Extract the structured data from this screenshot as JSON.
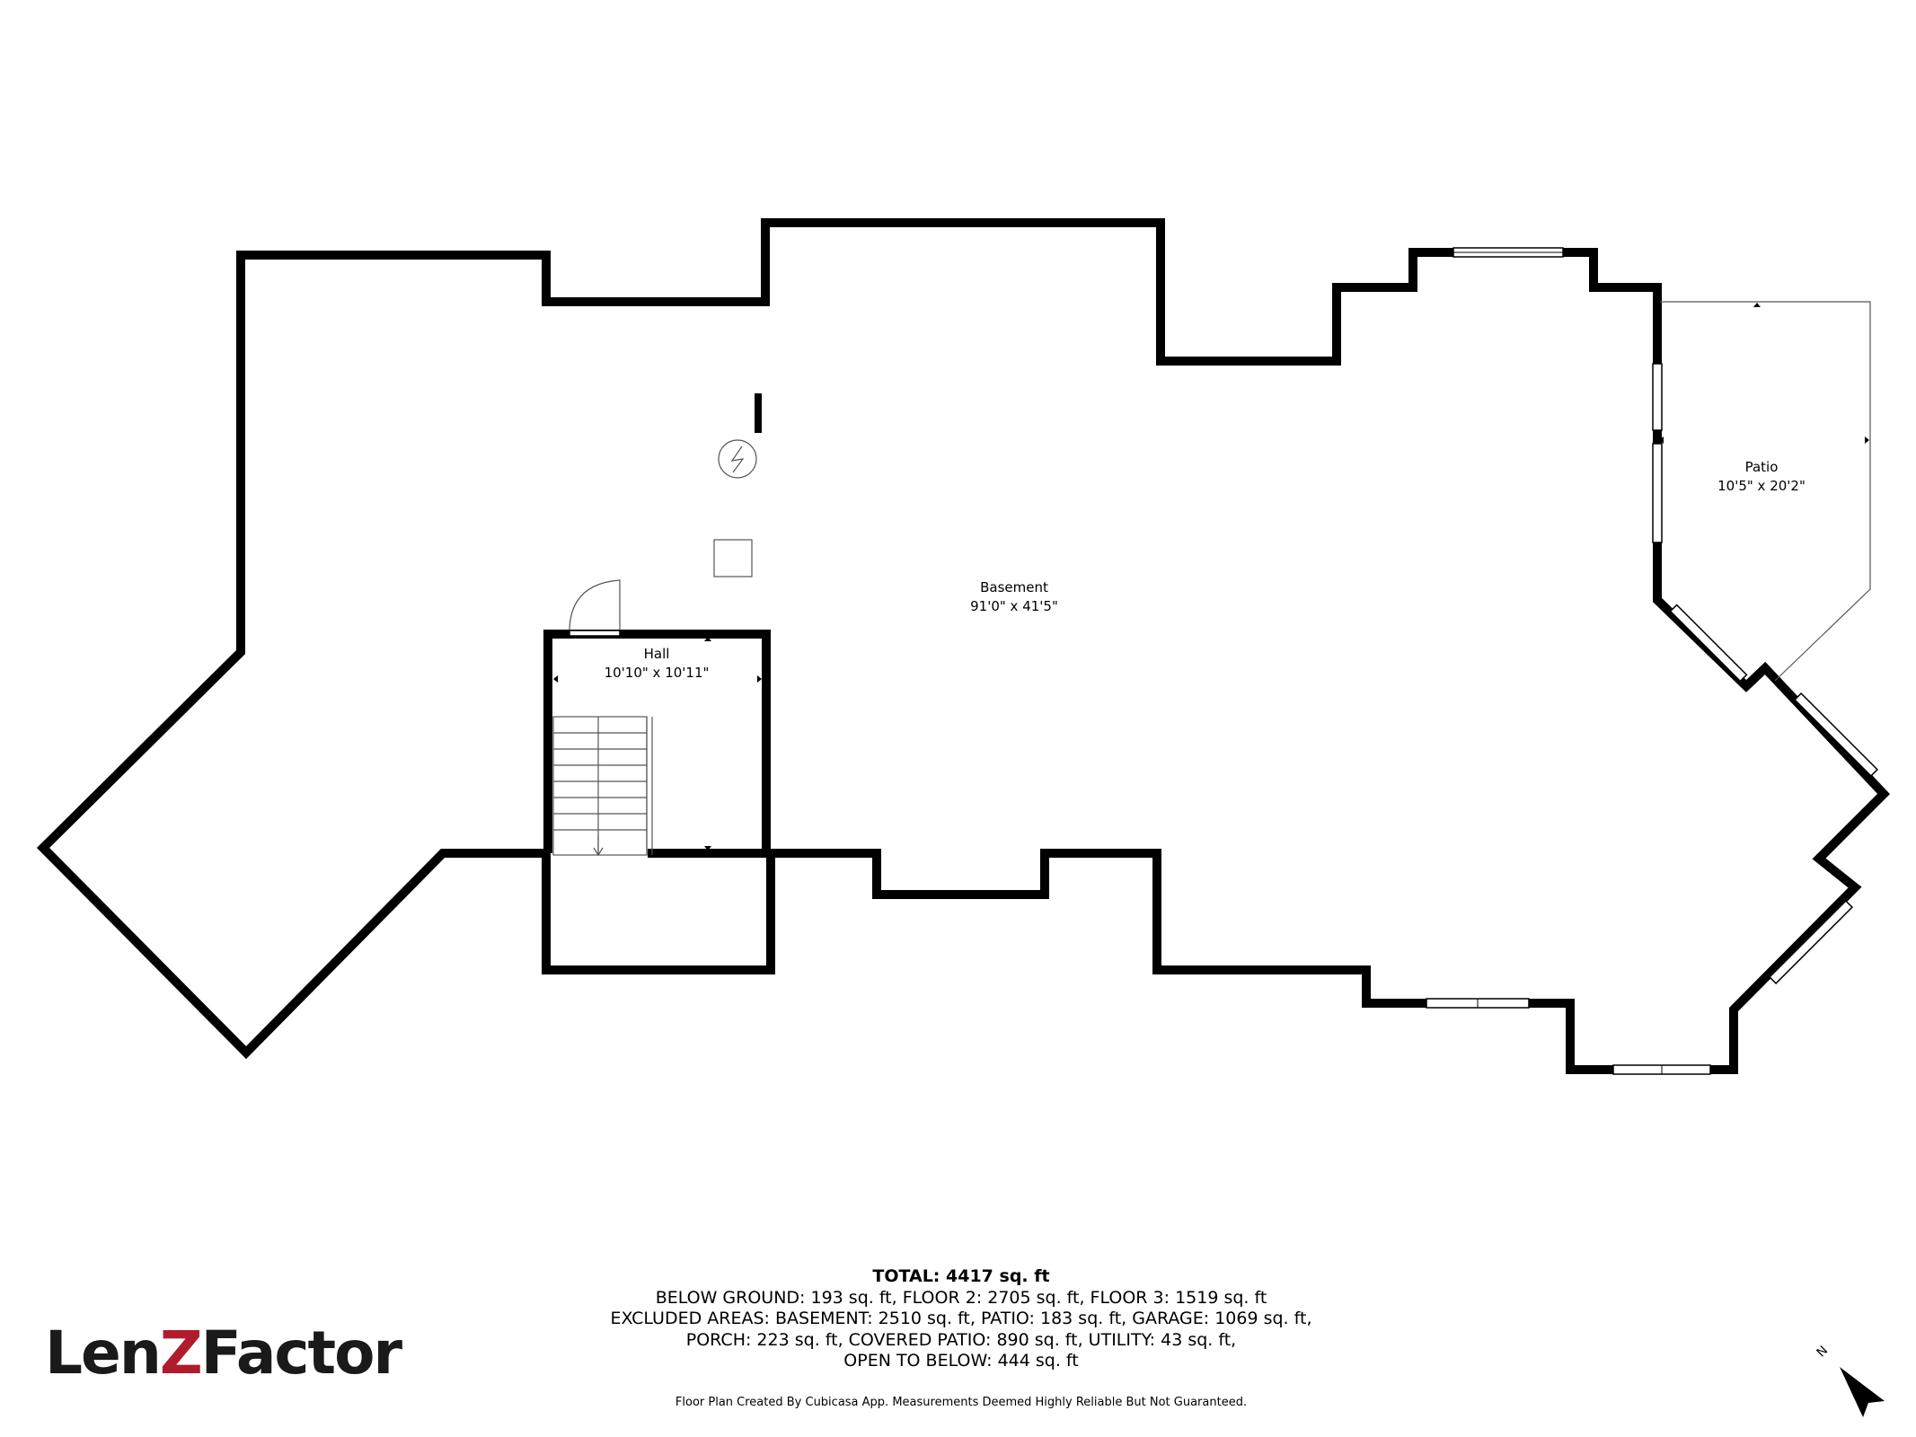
{
  "rooms": {
    "basement": {
      "name": "Basement",
      "dims": "91'0\" x 41'5\""
    },
    "hall": {
      "name": "Hall",
      "dims": "10'10\" x 10'11\""
    },
    "patio": {
      "name": "Patio",
      "dims": "10'5\" x 20'2\""
    }
  },
  "summary": {
    "total": "TOTAL: 4417 sq. ft",
    "line1": "BELOW GROUND: 193 sq. ft, FLOOR 2: 2705 sq. ft, FLOOR 3: 1519 sq. ft",
    "line2": "EXCLUDED AREAS: BASEMENT: 2510 sq. ft, PATIO: 183 sq. ft, GARAGE: 1069 sq. ft,",
    "line3": "PORCH: 223 sq. ft, COVERED PATIO: 890 sq. ft, UTILITY: 43 sq. ft,",
    "line4": "OPEN TO BELOW: 444 sq. ft"
  },
  "disclaimer": "Floor Plan Created By Cubicasa App. Measurements Deemed Highly Reliable But Not Guaranteed.",
  "logo": {
    "part1": "Len",
    "part2": "Z",
    "part3": "Factor"
  },
  "compass": {
    "label": "N"
  },
  "colors": {
    "wall": "#000000",
    "logo_accent": "#b01c2e",
    "logo_text": "#1a1a1a"
  }
}
